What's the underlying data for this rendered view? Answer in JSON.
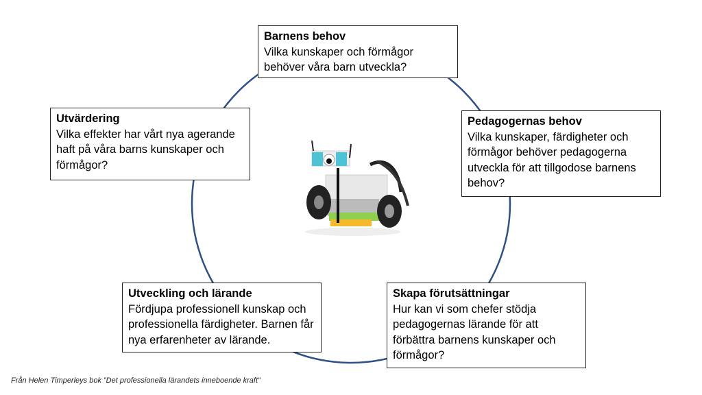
{
  "colors": {
    "circle": "#2f4f86",
    "box_border": "#222222"
  },
  "boxes": [
    {
      "title": "Barnens behov",
      "text": "Vilka kunskaper och förmågor behöver våra barn utveckla?"
    },
    {
      "title": "Pedagogernas behov",
      "text": "Vilka kunskaper, färdigheter och förmågor behöver pedagogerna utveckla för att tillgodose barnens behov?"
    },
    {
      "title": "Skapa förutsättningar",
      "text": "Hur kan vi som chefer stödja pedagogernas lärande för att förbättra barnens kunskaper och förmågor?"
    },
    {
      "title": "Utveckling och lärande",
      "text": "Fördjupa professionell kunskap och professionella färdigheter. Barnen får nya erfarenheter av lärande."
    },
    {
      "title": "Utvärdering",
      "text": "Vilka effekter har vårt nya agerande haft på våra barns kunskaper och förmågor?"
    }
  ],
  "caption": "Från Helen Timperleys bok ”Det professionella lärandets inneboende kraft”"
}
